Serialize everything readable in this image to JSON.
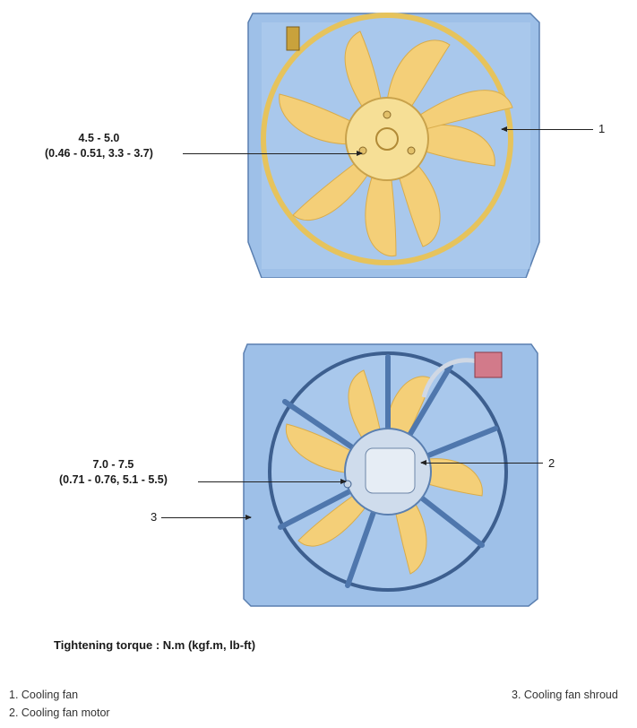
{
  "top_figure": {
    "torque_value": "4.5 - 5.0",
    "torque_alt": "(0.46 - 0.51, 3.3 - 3.7)",
    "callout_1": "1"
  },
  "bottom_figure": {
    "torque_value": "7.0 - 7.5",
    "torque_alt": "(0.71 - 0.76, 5.1 - 5.5)",
    "callout_2": "2",
    "callout_3": "3"
  },
  "caption": "Tightening torque : N.m (kgf.m, lb-ft)",
  "legend": {
    "item_1": "1. Cooling fan",
    "item_2": "2. Cooling fan motor",
    "item_3": "3. Cooling fan shroud"
  },
  "colors": {
    "shroud": "#9ec0e8",
    "shroud_dark": "#6f94c4",
    "blade": "#f4cf78",
    "hub": "#f6df96"
  }
}
